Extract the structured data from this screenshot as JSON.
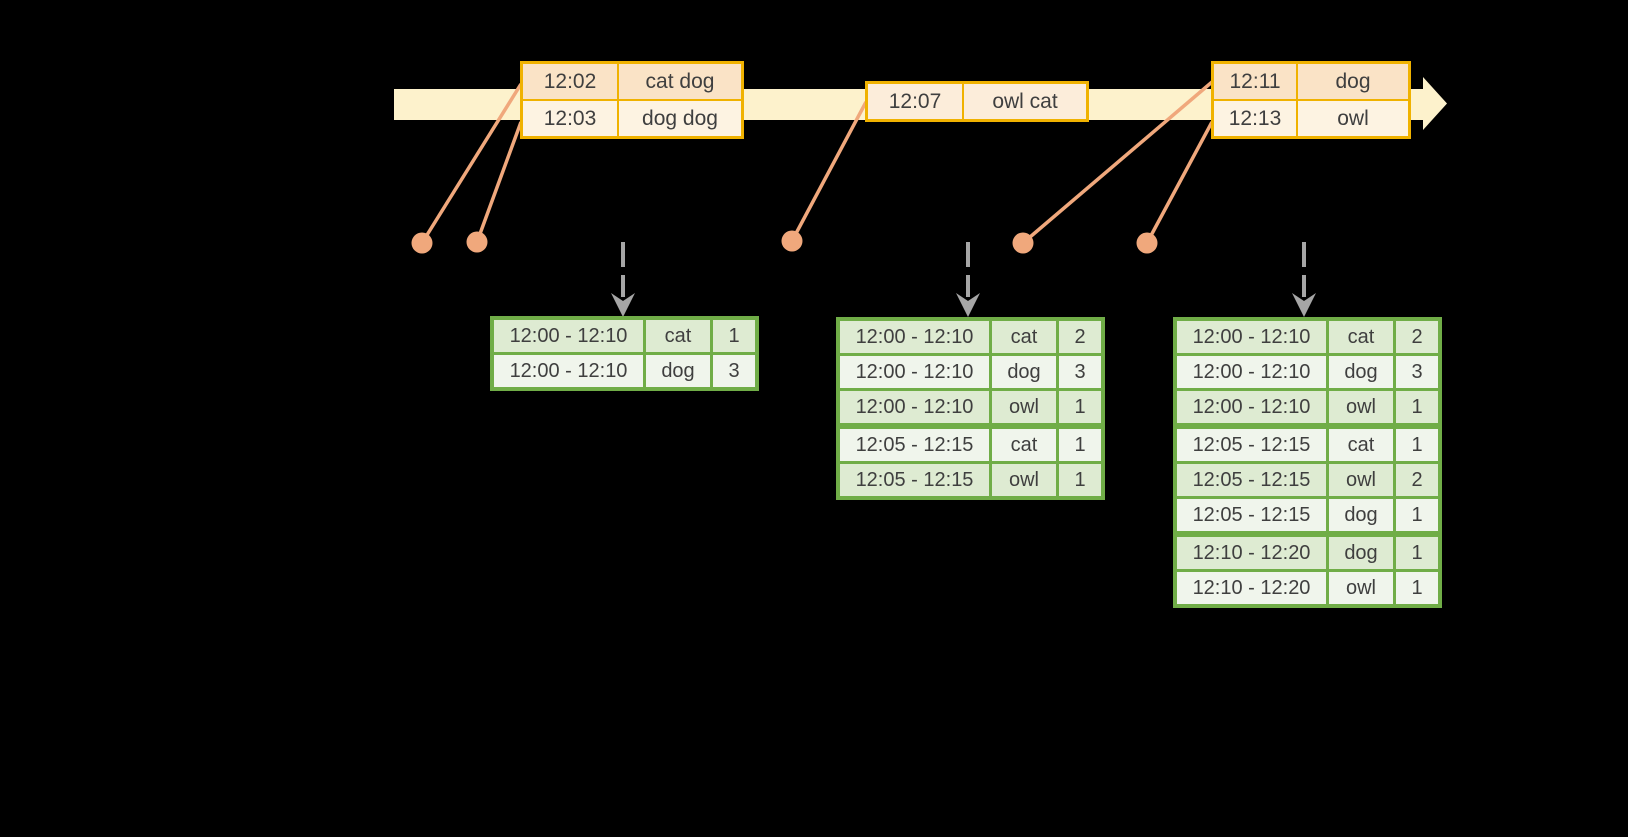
{
  "diagram": {
    "kind": "streaming-windowed-aggregation-timeline",
    "background": "#000000"
  },
  "colors": {
    "timeline-band": "#FDF2CC",
    "gold": "#F0B200",
    "peach-dark": "#FAE3C6",
    "peach-light": "#FDF3E2",
    "peach-mid": "#FCEDDA",
    "connector": "#F0A87C",
    "arrow-gray": "#A6A6A6",
    "green": "#70AD47",
    "green-dark": "#DEEBD2",
    "green-light": "#F0F5EC",
    "ink": "#3F3F3F"
  },
  "event_tables": [
    {
      "rows": [
        {
          "time": "12:02",
          "words": "cat dog"
        },
        {
          "time": "12:03",
          "words": "dog dog"
        }
      ]
    },
    {
      "rows": [
        {
          "time": "12:07",
          "words": "owl cat"
        }
      ]
    },
    {
      "rows": [
        {
          "time": "12:11",
          "words": "dog"
        },
        {
          "time": "12:13",
          "words": "owl"
        }
      ]
    }
  ],
  "result_tables": [
    {
      "rows": [
        {
          "window": "12:00 - 12:10",
          "word": "cat",
          "count": "1"
        },
        {
          "window": "12:00 - 12:10",
          "word": "dog",
          "count": "3"
        }
      ]
    },
    {
      "rows": [
        {
          "window": "12:00 - 12:10",
          "word": "cat",
          "count": "2"
        },
        {
          "window": "12:00 - 12:10",
          "word": "dog",
          "count": "3"
        },
        {
          "window": "12:00 - 12:10",
          "word": "owl",
          "count": "1"
        },
        {
          "window": "12:05 - 12:15",
          "word": "cat",
          "count": "1"
        },
        {
          "window": "12:05 - 12:15",
          "word": "owl",
          "count": "1"
        }
      ]
    },
    {
      "rows": [
        {
          "window": "12:00 - 12:10",
          "word": "cat",
          "count": "2"
        },
        {
          "window": "12:00 - 12:10",
          "word": "dog",
          "count": "3"
        },
        {
          "window": "12:00 - 12:10",
          "word": "owl",
          "count": "1"
        },
        {
          "window": "12:05 - 12:15",
          "word": "cat",
          "count": "1"
        },
        {
          "window": "12:05 - 12:15",
          "word": "owl",
          "count": "2"
        },
        {
          "window": "12:05 - 12:15",
          "word": "dog",
          "count": "1"
        },
        {
          "window": "12:10 - 12:20",
          "word": "dog",
          "count": "1"
        },
        {
          "window": "12:10 - 12:20",
          "word": "owl",
          "count": "1"
        }
      ]
    }
  ]
}
